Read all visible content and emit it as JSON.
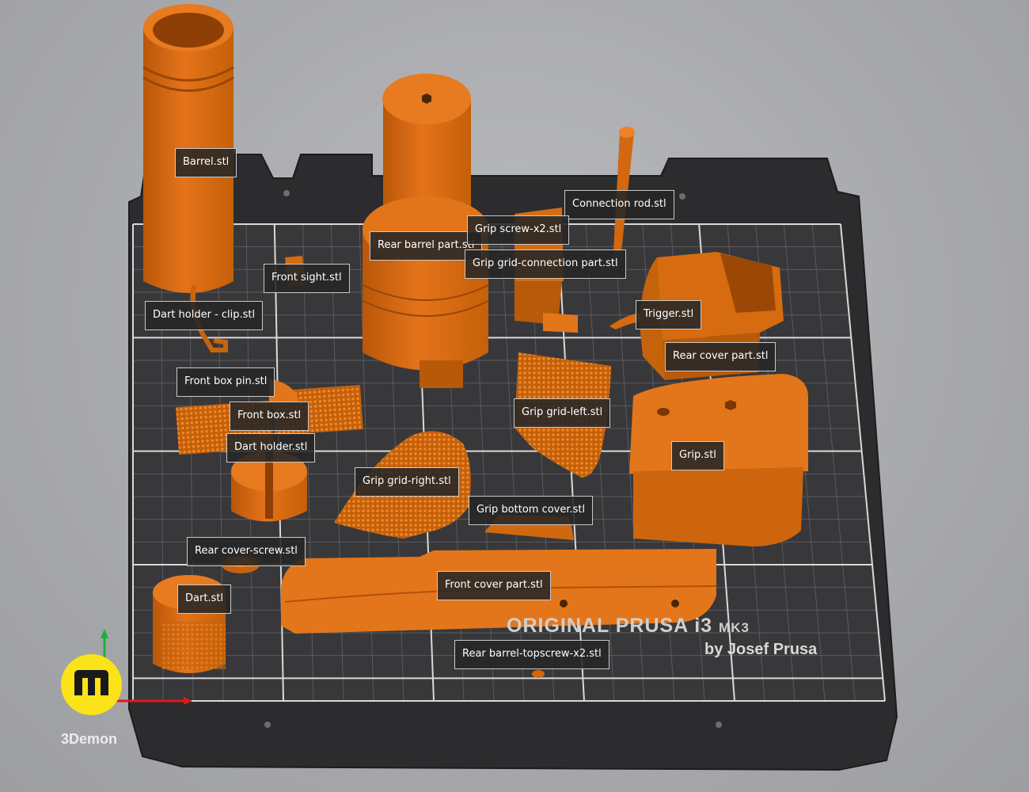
{
  "viewport": {
    "background_color": "#aeafb2",
    "model_color": "#e06f0d",
    "bed": {
      "title": "ORIGINAL PRUSA i3",
      "model_suffix": "MK3",
      "subtitle": "by Josef Prusa"
    }
  },
  "objects": [
    {
      "id": "barrel",
      "label": "Barrel.stl"
    },
    {
      "id": "rear-barrel-part",
      "label": "Rear barrel part.stl"
    },
    {
      "id": "connection-rod",
      "label": "Connection rod.stl"
    },
    {
      "id": "grip-screw",
      "label": "Grip screw-x2.stl"
    },
    {
      "id": "grip-grid-connection-part",
      "label": "Grip grid-connection part.stl"
    },
    {
      "id": "front-sight",
      "label": "Front sight.stl"
    },
    {
      "id": "dart-holder-clip",
      "label": "Dart holder - clip.stl"
    },
    {
      "id": "trigger",
      "label": "Trigger.stl"
    },
    {
      "id": "rear-cover-part",
      "label": "Rear cover part.stl"
    },
    {
      "id": "front-box-pin",
      "label": "Front box pin.stl"
    },
    {
      "id": "front-box",
      "label": "Front box.stl"
    },
    {
      "id": "grip-grid-left",
      "label": "Grip grid-left.stl"
    },
    {
      "id": "dart-holder",
      "label": "Dart holder.stl"
    },
    {
      "id": "grip",
      "label": "Grip.stl"
    },
    {
      "id": "grip-grid-right",
      "label": "Grip grid-right.stl"
    },
    {
      "id": "grip-bottom-cover",
      "label": "Grip bottom cover.stl"
    },
    {
      "id": "rear-cover-screw",
      "label": "Rear cover-screw.stl"
    },
    {
      "id": "front-cover-part",
      "label": "Front cover part.stl"
    },
    {
      "id": "dart",
      "label": "Dart.stl"
    },
    {
      "id": "rear-barrel-topscrew",
      "label": "Rear barrel-topscrew-x2.stl"
    }
  ],
  "watermark": {
    "logo_text": "3Demon"
  }
}
